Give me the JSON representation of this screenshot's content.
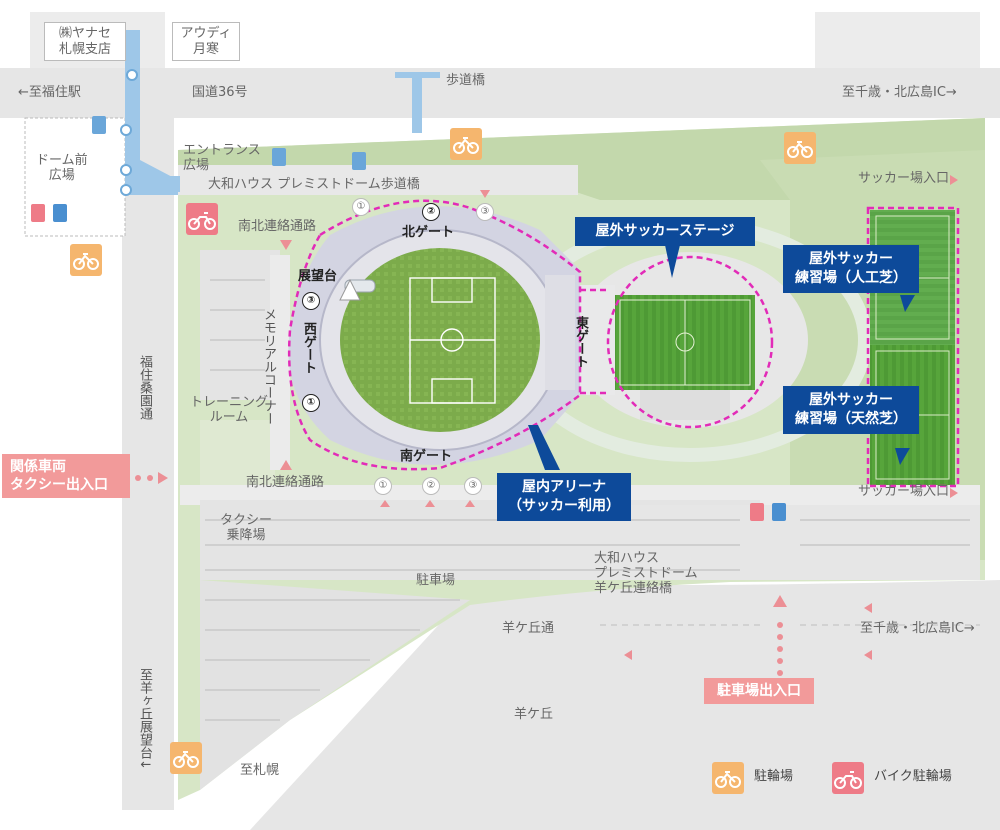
{
  "labels": {
    "yanase": "㈱ヤナセ\n札幌支店",
    "audi": "アウディ\n月寒",
    "to_fukuzumi": "←至福住駅",
    "route36": "国道36号",
    "footbridge": "歩道橋",
    "to_chitose_top": "至千歳・北広島IC→",
    "dome_plaza": "ドーム前\n広場",
    "entrance_plaza": "エントランス\n広場",
    "daiwa_bridge": "大和ハウス プレミストドーム歩道橋",
    "soccer_entrance_top": "サッカー場入口",
    "ns_path_top": "南北連絡通路",
    "north_gate": "北ゲート",
    "observation": "展望台",
    "memorial": "メモリアルコーナー",
    "west_gate": "西ゲート",
    "east_gate": "東ゲート",
    "training": "トレーニング\nルーム",
    "south_gate": "南ゲート",
    "ns_path_bottom": "南北連絡通路",
    "taxi": "タクシー\n乗降場",
    "fukuzumi_street": "福住桑園通",
    "parking": "駐車場",
    "daiwa_hitsujigaoka": "大和ハウス\nプレミストドーム\n羊ケ丘連絡橋",
    "soccer_entrance_bottom": "サッカー場入口",
    "hitsujigaoka_street": "羊ケ丘通",
    "to_chitose_bottom": "至千歳・北広島IC→",
    "hitsujigaoka": "羊ケ丘",
    "to_hitsujigaoka_obs": "至羊ヶ丘展望台↓",
    "to_sapporo": "至札幌"
  },
  "callouts": {
    "outdoor_stage": "屋外サッカーステージ",
    "practice_artificial": "屋外サッカー\n練習場（人工芝）",
    "practice_natural": "屋外サッカー\n練習場（天然芝）",
    "indoor_arena": "屋内アリーナ\n（サッカー利用）",
    "vehicle_entrance": "関係車両\nタクシー出入口",
    "parking_exit": "駐車場出入口"
  },
  "gates": {
    "north": [
      "①",
      "②",
      "③"
    ],
    "west": [
      "③",
      "①"
    ],
    "south": [
      "①",
      "②",
      "③"
    ]
  },
  "legend": {
    "bike": "駐輪場",
    "moto": "バイク駐輪場"
  },
  "colors": {
    "green_area": "#d7e6c6",
    "field": "#5fa43b",
    "dome_ring": "#d3d4e2",
    "road": "#e6e6e6",
    "callout_blue": "#0d4a9a",
    "callout_pink": "#f29a9a",
    "highlight_magenta": "#e22bb8",
    "bike_orange": "#f5b66e",
    "moto_pink": "#ee7b87",
    "walkway_blue": "#9ec7e8"
  }
}
